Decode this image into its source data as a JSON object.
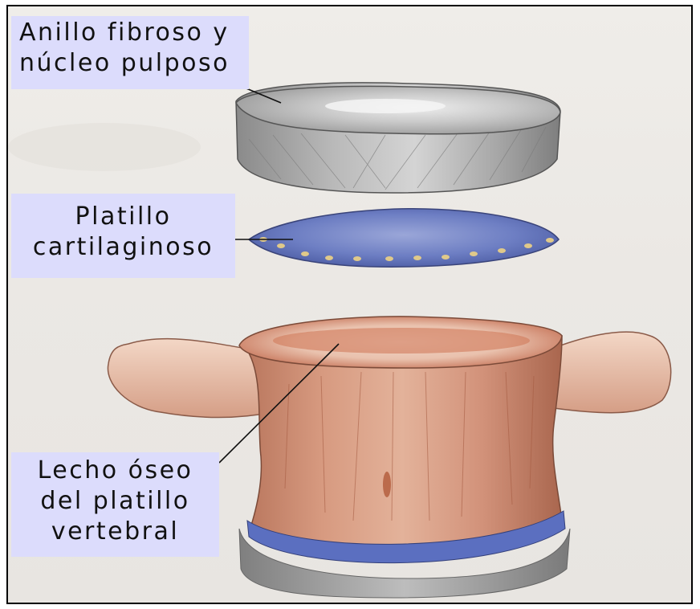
{
  "labels": {
    "disc": {
      "line1": "Anillo fibroso y",
      "line2": "núcleo pulposo"
    },
    "plate": {
      "line1": "Platillo",
      "line2": "cartilaginoso"
    },
    "bed": {
      "line1": "Lecho óseo",
      "line2": "del platillo",
      "line3": "vertebral"
    }
  },
  "colors": {
    "disc": "#a9a9a9",
    "cartilage_plate": "#6c7fc0",
    "vertebra": "#c9866a",
    "label_background": "#dcdcfc"
  }
}
